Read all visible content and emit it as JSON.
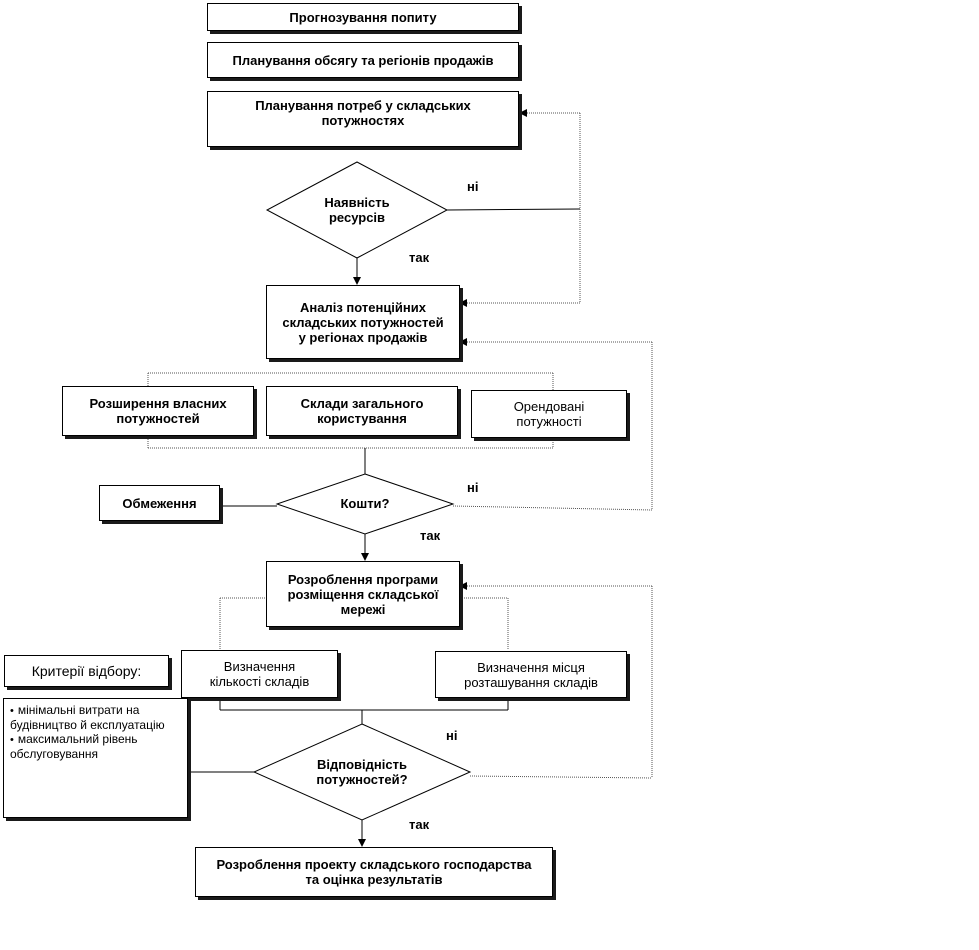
{
  "nodes": {
    "forecast": "Прогнозування попиту",
    "sales_planning": "Планування обсягу та регіонів продажів",
    "capacity_planning": "Планування потреб у складських\nпотужностях",
    "resources_decision": "Наявність\nресурсів",
    "analysis": "Аналіз потенційних\nскладських потужностей\nу регіонах продажів",
    "own_expansion": "Розширення власних\nпотужностей",
    "public_warehouses": "Склади загального\nкористування",
    "rented": "Орендовані\nпотужності",
    "limitations": "Обмеження",
    "funds_decision": "Кошти?",
    "network_program": "Розроблення програми\nрозміщення складської\nмережі",
    "criteria_title": "Критерії відбору:",
    "count_warehouses": "Визначення\nкількості складів",
    "location_warehouses": "Визначення місця\nрозташування складів",
    "capacity_match_decision": "Відповідність\nпотужностей?",
    "final_project": "Розроблення проекту складського господарства\nта оцінка результатів"
  },
  "criteria": [
    "мінімальні витрати на будівництво й експлуатацію",
    "максимальний рівень обслуговування"
  ],
  "labels": {
    "yes": "так",
    "no": "ні"
  },
  "colors": {
    "line": "#000000",
    "dotted": "#555555"
  }
}
